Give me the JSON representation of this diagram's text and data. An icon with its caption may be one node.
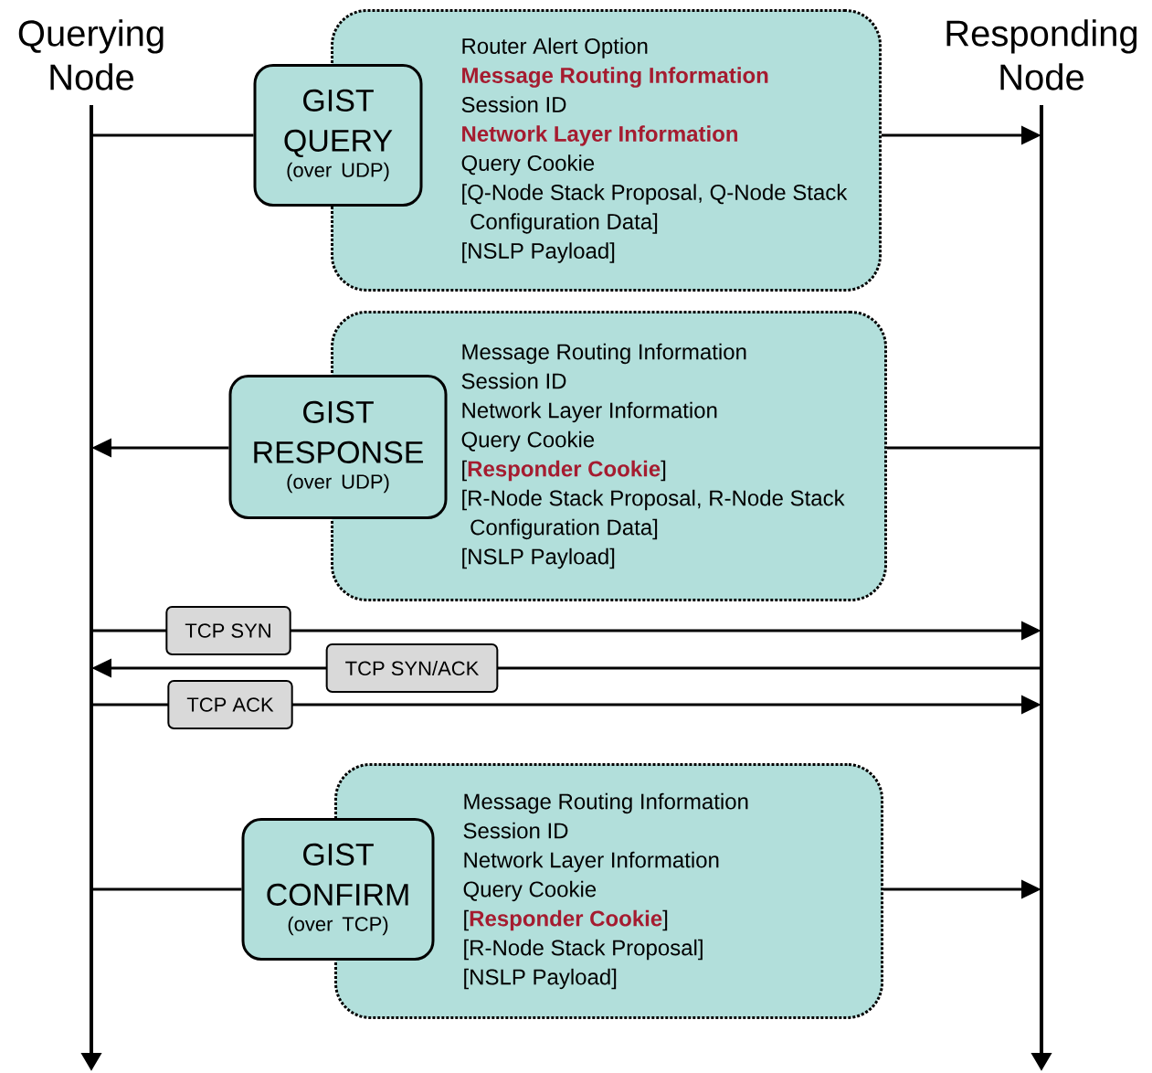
{
  "diagram": {
    "nodes": [
      {
        "text": [
          "Querying Node"
        ]
      },
      {
        "text": [
          "Responding Node"
        ]
      },
      {
        "text": [
          "Router Alert Option",
          "Message Routing Information",
          "Session ID",
          "Network Layer Information",
          "Query Cookie",
          "[Q-Node Stack Proposal, Q-Node Stack Configuration Data]",
          "[NSLP Payload]"
        ]
      },
      {
        "text": [
          "GIST QUERY",
          "(over UDP)"
        ]
      },
      {
        "text": [
          "Message Routing Information",
          "Session ID",
          "Network Layer Information",
          "Query Cookie",
          "[**Responder Cookie**]",
          "[R-Node Stack Proposal, R-Node Stack Configuration Data]",
          "[NSLP Payload]"
        ]
      },
      {
        "text": [
          "GIST RESPONSE",
          "(over UDP)"
        ]
      },
      {
        "text": [
          "Message Routing Information",
          "Session ID",
          "Network Layer Information",
          "Query Cookie",
          "[**Responder Cookie**]",
          "[R-Node Stack Proposal]",
          "[NSLP Payload]"
        ]
      },
      {
        "text": [
          "GIST CONFIRM",
          "(over TCP)"
        ]
      }
    ],
    "edges": [
      {
        "from": 0,
        "to": 3,
        "arrow": "none"
      },
      {
        "from": 2,
        "to": 1,
        "arrow": "to"
      },
      {
        "from": 1,
        "to": 4,
        "arrow": "none"
      },
      {
        "from": 5,
        "to": 0,
        "arrow": "to"
      },
      {
        "from": 0,
        "to": 1,
        "arrow": "to",
        "label": "TCP SYN"
      },
      {
        "from": 1,
        "to": 0,
        "arrow": "to",
        "label": "TCP SYN/ACK"
      },
      {
        "from": 0,
        "to": 1,
        "arrow": "to",
        "label": "TCP ACK"
      },
      {
        "from": 0,
        "to": 7,
        "arrow": "none"
      },
      {
        "from": 6,
        "to": 1,
        "arrow": "to"
      }
    ]
  }
}
